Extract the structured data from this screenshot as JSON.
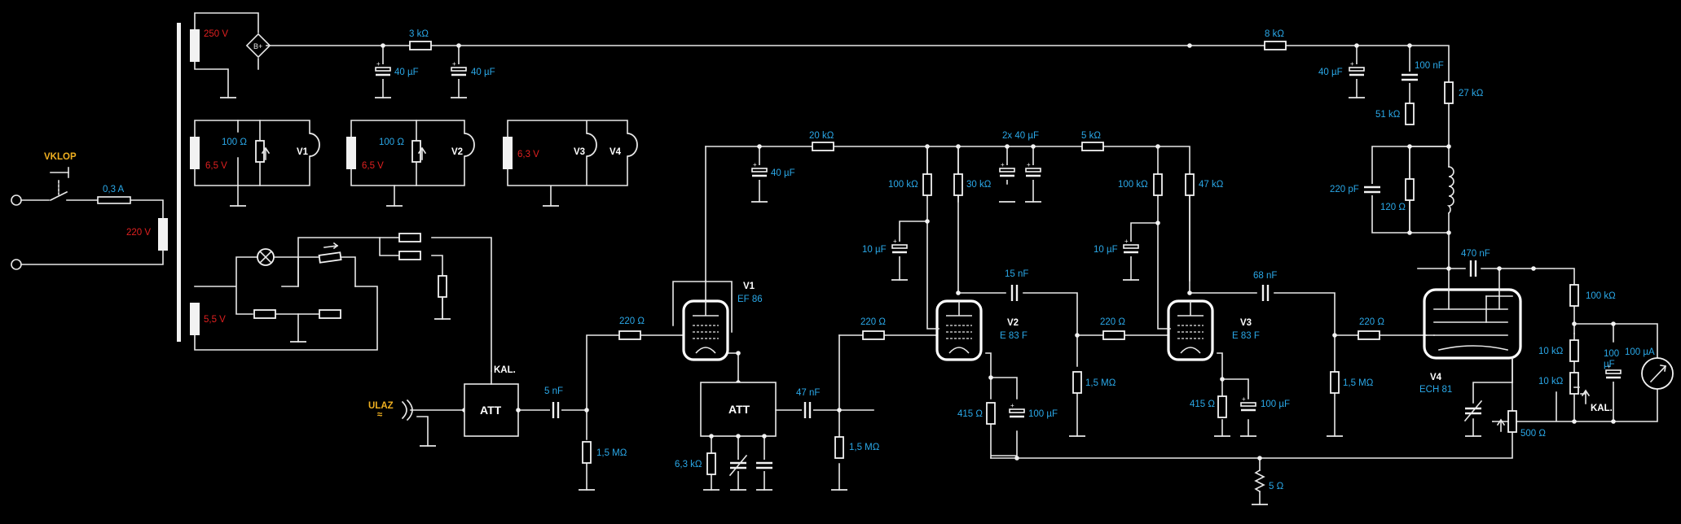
{
  "switch_label": "VKLOP",
  "input_label": "ULAZ",
  "input_symbol": "≈",
  "fuse": "0,3 A",
  "mains": "220 V",
  "sec_hv": "250 V",
  "sec_v1": "6,5 V",
  "sec_v2": "6,5 V",
  "sec_v34": "6,3 V",
  "sec_lamp": "5,5 V",
  "hum_pot1": "100 Ω",
  "hum_pot2": "100 Ω",
  "rect_symbol": "B+",
  "psu": {
    "r1": "3 kΩ",
    "c1": "40 µF",
    "c2": "40 µF",
    "r2": "8 kΩ",
    "c3": "40 µF",
    "c4": "100 nF",
    "r3": "51 kΩ",
    "r4": "27 kΩ",
    "c5": "220 pF",
    "r5": "120 Ω",
    "r6": "20 kΩ",
    "c6": "40 µF",
    "c7": "2x 40 µF",
    "r7": "5 kΩ"
  },
  "filaments": {
    "f1": "V1",
    "f2": "V2",
    "f3": "V3",
    "f4": "V4"
  },
  "att1": "ATT",
  "att2": "ATT",
  "kal1": "KAL.",
  "kal2": "KAL.",
  "stage": {
    "c_in": "5 nF",
    "r_in_series": "220 Ω",
    "r_in_grid": "1,5 MΩ",
    "att2_r": "6,3 kΩ",
    "c_att2_out": "47 nF",
    "r_v2_series": "220 Ω",
    "r_v2_grid": "1,5 MΩ",
    "r_v2_screen": "100 kΩ",
    "r_v2_plate": "30 kΩ",
    "c_v2_screen": "10 µF",
    "c_v2_out": "15 nF",
    "r_v3_series": "220 Ω",
    "r_v3_grid": "1,5 MΩ",
    "r_v2_k": "415 Ω",
    "c_v2_k": "100 µF",
    "r_v3_screen": "100 kΩ",
    "r_v3_plate": "47 kΩ",
    "c_v3_screen": "10 µF",
    "c_v3_out": "68 nF",
    "r_v4_series": "220 Ω",
    "r_v4_grid": "1,5 MΩ",
    "r_v3_k": "415 Ω",
    "c_v3_k": "100 µF",
    "r_common": "5 Ω",
    "c_v4_fb": "470 nF",
    "r_meter1": "100 kΩ",
    "r_meter2": "10 kΩ",
    "r_meter3": "10 kΩ",
    "c_meter_a": "100",
    "c_meter_b": "µF",
    "meter": "100 µA",
    "r_v4_pot": "500 Ω"
  },
  "tubes": {
    "v1_name": "V1",
    "v1_type": "EF 86",
    "v2_name": "V2",
    "v2_type": "E 83 F",
    "v3_name": "V3",
    "v3_type": "E 83 F",
    "v4_name": "V4",
    "v4_type": "ECH 81"
  },
  "colors": {
    "wire": "#e8e8e8",
    "value": "#2aa8e8",
    "voltage": "#e02020",
    "label": "#f0b020",
    "background": "#000000"
  }
}
